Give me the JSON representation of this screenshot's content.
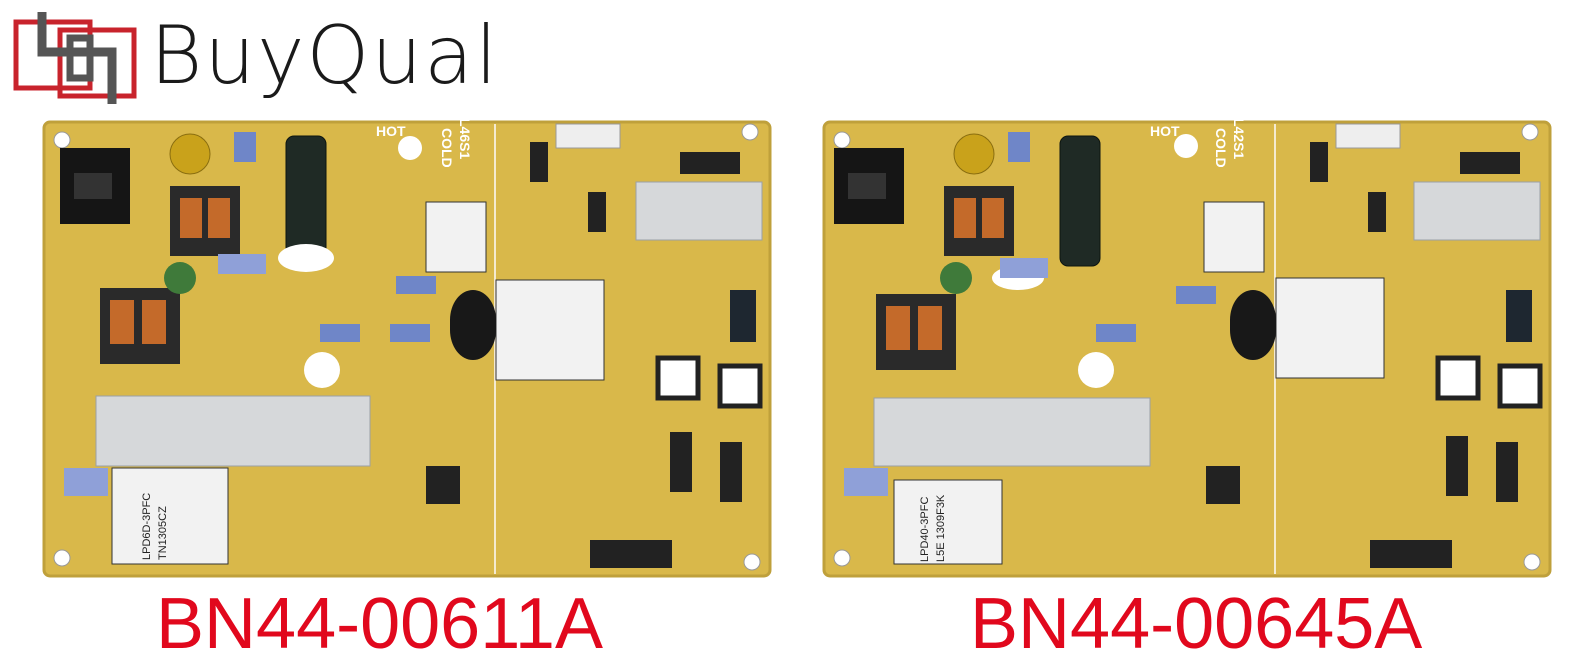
{
  "brand": {
    "name": "BuyQual",
    "text_color": "#1a1a1a",
    "mark_colors": [
      "#c8232c",
      "#555555"
    ]
  },
  "boards": [
    {
      "name": "left-power-supply-board",
      "model": "BN44-00611A",
      "pcb_color": "#d9b84a",
      "silkscreen": [
        "HOT",
        "COLD",
        "L46S1",
        "LPD6D-3PFC",
        "TN1305CZ"
      ]
    },
    {
      "name": "right-power-supply-board",
      "model": "BN44-00645A",
      "pcb_color": "#d9b84a",
      "silkscreen": [
        "HOT",
        "COLD",
        "L42S1",
        "LPD40-3PFC",
        "L5E 1309F3K"
      ]
    }
  ],
  "label_color": "#e1081d"
}
